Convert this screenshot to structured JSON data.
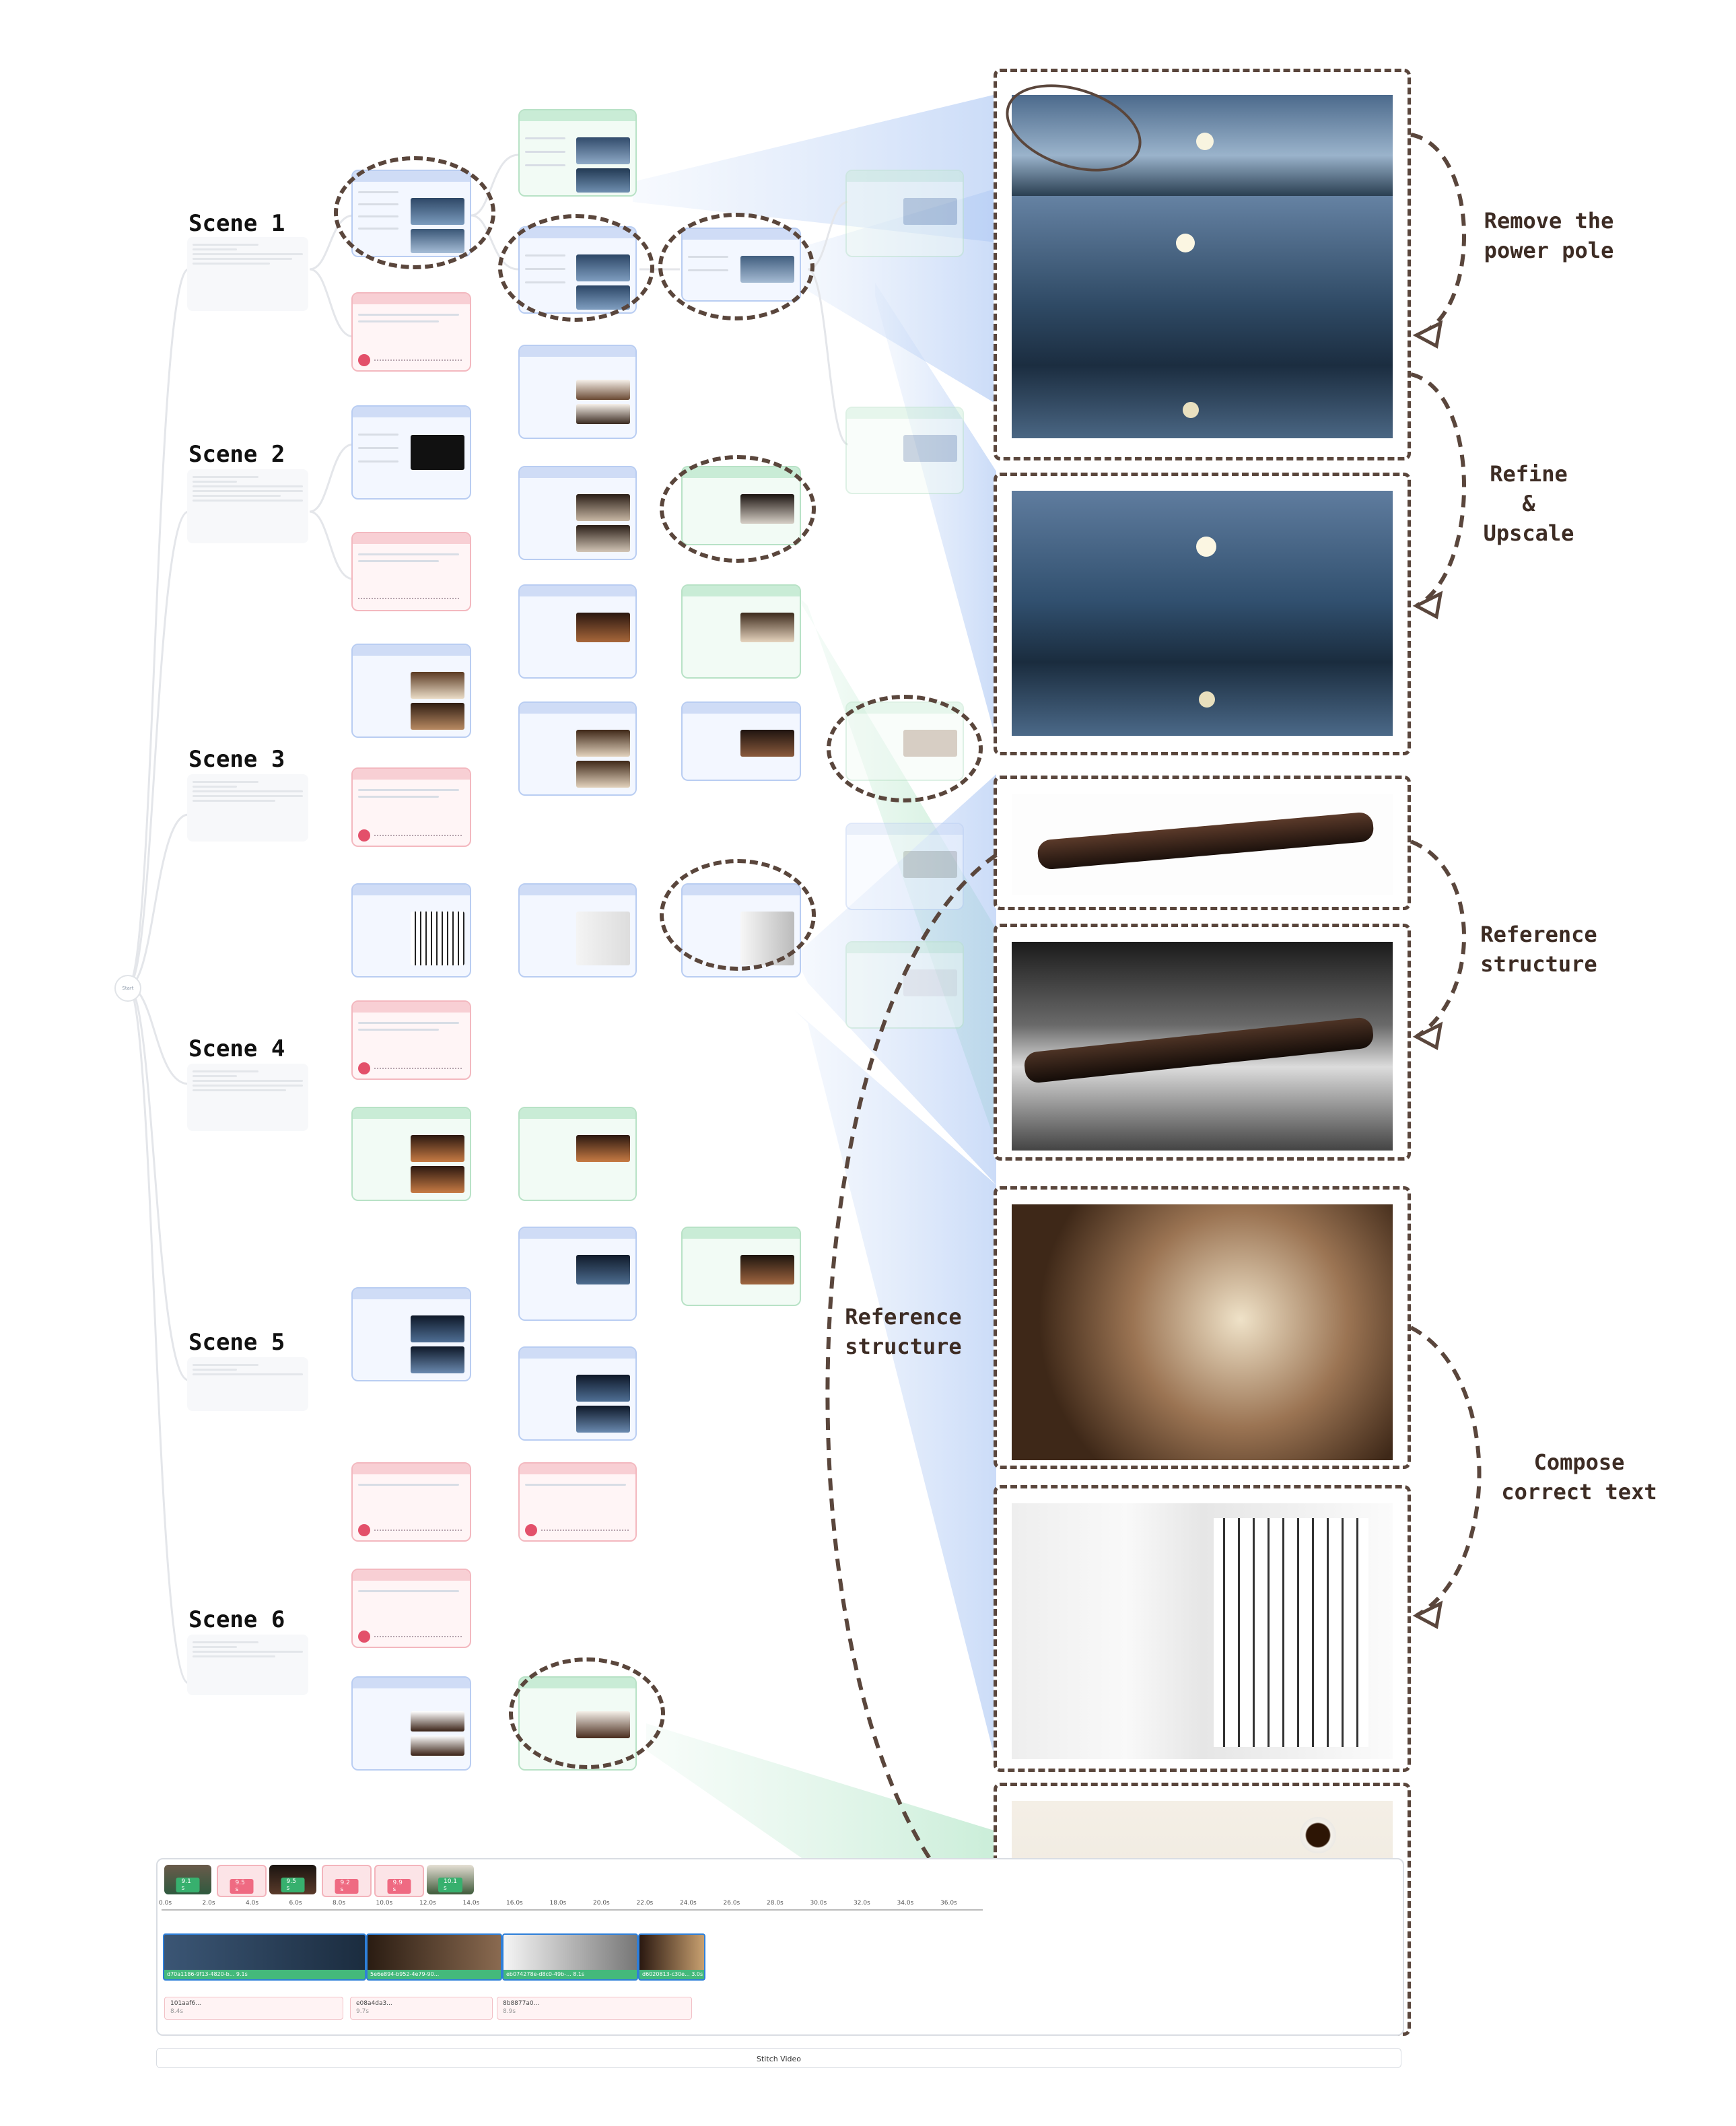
{
  "scenes": [
    {
      "label": "Scene 1"
    },
    {
      "label": "Scene 2"
    },
    {
      "label": "Scene 3"
    },
    {
      "label": "Scene 4"
    },
    {
      "label": "Scene 5"
    },
    {
      "label": "Scene 6"
    }
  ],
  "annotations": {
    "remove_power_pole": "Remove the\npower pole",
    "refine_upscale": "Refine\n&\nUpscale",
    "reference_structure_right": "Reference\nstructure",
    "reference_structure_left": "Reference\nstructure",
    "compose_text": "Compose\ncorrect text"
  },
  "timeline": {
    "top_chips": [
      {
        "label": "9.1 s",
        "kind": "video"
      },
      {
        "label": "9.5 s",
        "kind": "audio"
      },
      {
        "label": "9.5 s",
        "kind": "video"
      },
      {
        "label": "9.2 s",
        "kind": "audio"
      },
      {
        "label": "9.9 s",
        "kind": "audio"
      },
      {
        "label": "10.1 s",
        "kind": "video"
      }
    ],
    "ruler": [
      "0.0s",
      "2.0s",
      "4.0s",
      "6.0s",
      "8.0s",
      "10.0s",
      "12.0s",
      "14.0s",
      "16.0s",
      "18.0s",
      "20.0s",
      "22.0s",
      "24.0s",
      "26.0s",
      "28.0s",
      "30.0s",
      "32.0s",
      "34.0s",
      "36.0s"
    ],
    "video_clips": [
      {
        "caption": "d70a1186-9f13-4820-b...",
        "dur": "9.1s"
      },
      {
        "caption": "5e6e894-b952-4e79-90...",
        "dur": ""
      },
      {
        "caption": "eb074278e-d8c0-49b-...",
        "dur": "8.1s"
      },
      {
        "caption": "d6020813-c30e...",
        "dur": "3.0s"
      }
    ],
    "audio_clips": [
      {
        "name": "101aaf6...",
        "dur": "8.4s"
      },
      {
        "name": "e08a4da3...",
        "dur": "9.7s"
      },
      {
        "name": "8b8877a0...",
        "dur": "8.9s"
      }
    ]
  },
  "stitch_button": "Stitch Video",
  "root_node": "Start",
  "colors": {
    "dash": "#5a463c",
    "node_blue": "#b9cdf2",
    "node_green": "#b8e2c6",
    "node_red": "#f3b8bf",
    "beam_blue": "#bcd2f5",
    "beam_green": "#c8eed7"
  }
}
